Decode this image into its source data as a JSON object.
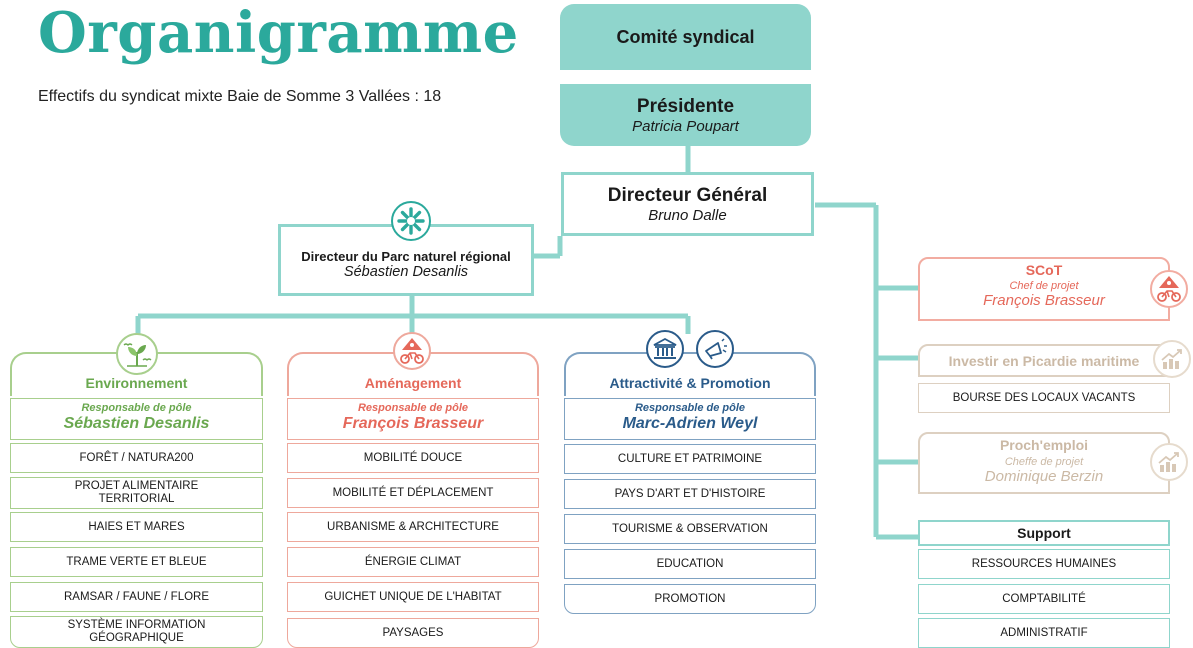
{
  "header": {
    "title": "Organigramme",
    "subtitle": "Effectifs du syndicat mixte Baie de Somme 3 Vallées : 18"
  },
  "comite": {
    "label": "Comité syndical"
  },
  "presidente": {
    "role": "Présidente",
    "name": "Patricia Poupart"
  },
  "directeur_general": {
    "role": "Directeur Général",
    "name": "Bruno Dalle"
  },
  "directeur_parc": {
    "role": "Directeur du Parc naturel régional",
    "name": "Sébastien Desanlis"
  },
  "poles": {
    "environnement": {
      "title": "Environnement",
      "resp_label": "Responsable de pôle",
      "resp_name": "Sébastien Desanlis",
      "items": [
        "FORÊT / NATURA200",
        "PROJET ALIMENTAIRE TERRITORIAL",
        "HAIES ET MARES",
        "TRAME VERTE ET BLEUE",
        "RAMSAR / FAUNE / FLORE",
        "SYSTÈME INFORMATION GÉOGRAPHIQUE"
      ]
    },
    "amenagement": {
      "title": "Aménagement",
      "resp_label": "Responsable de pôle",
      "resp_name": "François Brasseur",
      "items": [
        "MOBILITÉ DOUCE",
        "MOBILITÉ ET DÉPLACEMENT",
        "URBANISME & ARCHITECTURE",
        "ÉNERGIE CLIMAT",
        "GUICHET UNIQUE DE L'HABITAT",
        "PAYSAGES"
      ]
    },
    "attractivite": {
      "title": "Attractivité & Promotion",
      "resp_label": "Responsable de pôle",
      "resp_name": "Marc-Adrien Weyl",
      "items": [
        "CULTURE ET PATRIMOINE",
        "PAYS D'ART ET D'HISTOIRE",
        "TOURISME & OBSERVATION",
        "EDUCATION",
        "PROMOTION"
      ]
    }
  },
  "scot": {
    "title": "SCoT",
    "role": "Chef de projet",
    "name": "François Brasseur"
  },
  "investir": {
    "title": "Investir en Picardie maritime",
    "item": "BOURSE DES LOCAUX VACANTS"
  },
  "prochemploi": {
    "title": "Proch'emploi",
    "role": "Cheffe de projet",
    "name": "Dominique Berzin"
  },
  "support": {
    "title": "Support",
    "items": [
      "RESSOURCES HUMAINES",
      "COMPTABILITÉ",
      "ADMINISTRATIF"
    ]
  },
  "colors": {
    "teal": "#2ba99c",
    "teal_light": "#8fd5cc",
    "green": "#7fc15c",
    "salmon": "#e5685a",
    "blue": "#2a5b8a",
    "beige": "#d8c8b6"
  },
  "icons": [
    "asterisk-star-icon",
    "plant-birds-icon",
    "cyclist-sign-icon",
    "museum-icon",
    "megaphone-icon",
    "growth-chart-icon"
  ]
}
